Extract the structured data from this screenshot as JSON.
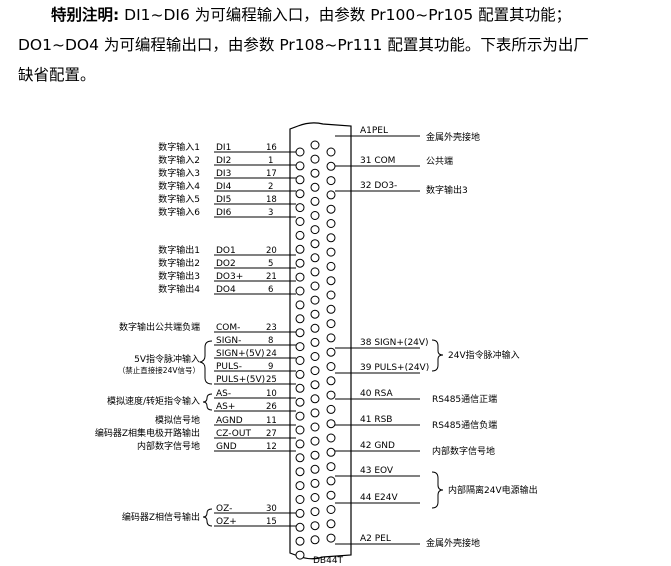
{
  "note": {
    "lead": "特别注明:",
    "line1": " DI1~DI6 为可编程输入口，由参数 Pr100~Pr105 配置其功能；",
    "line2": "DO1~DO4 为可编程输出口，由参数 Pr108~Pr111 配置其功能。下表所示为出厂",
    "line3": "缺省配置。"
  },
  "connector": {
    "name": "DB44T",
    "left_pins": [
      {
        "desc": "数字输入1",
        "sig": "DI1",
        "num": "16"
      },
      {
        "desc": "数字输入2",
        "sig": "DI2",
        "num": "1"
      },
      {
        "desc": "数字输入3",
        "sig": "DI3",
        "num": "17"
      },
      {
        "desc": "数字输入4",
        "sig": "DI4",
        "num": "2"
      },
      {
        "desc": "数字输入5",
        "sig": "DI5",
        "num": "18"
      },
      {
        "desc": "数字输入6",
        "sig": "DI6",
        "num": "3"
      },
      {
        "desc": "数字输出1",
        "sig": "DO1",
        "num": "20"
      },
      {
        "desc": "数字输出2",
        "sig": "DO2",
        "num": "5"
      },
      {
        "desc": "数字输出3",
        "sig": "DO3+",
        "num": "21"
      },
      {
        "desc": "数字输出4",
        "sig": "DO4",
        "num": "6"
      },
      {
        "desc": "数字输出公共端负端",
        "sig": "COM-",
        "num": "23"
      },
      {
        "desc": "",
        "sig": "SIGN-",
        "num": "8"
      },
      {
        "desc": "",
        "sig": "SIGN+(5V)",
        "num": "24"
      },
      {
        "desc": "",
        "sig": "PULS-",
        "num": "9"
      },
      {
        "desc": "",
        "sig": "PULS+(5V)",
        "num": "25"
      },
      {
        "desc": "",
        "sig": "AS-",
        "num": "10"
      },
      {
        "desc": "",
        "sig": "AS+",
        "num": "26"
      },
      {
        "desc": "模拟信号地",
        "sig": "AGND",
        "num": "11"
      },
      {
        "desc": "编码器Z相集电极开路输出",
        "sig": "CZ-OUT",
        "num": "27"
      },
      {
        "desc": "内部数字信号地",
        "sig": "GND",
        "num": "12"
      },
      {
        "desc": "",
        "sig": "OZ-",
        "num": "30"
      },
      {
        "desc": "",
        "sig": "OZ+",
        "num": "15"
      }
    ],
    "right_pins": [
      {
        "sig": "A1PEL",
        "desc": "金属外壳接地"
      },
      {
        "sig": "31 COM",
        "desc": "公共端"
      },
      {
        "sig": "32 DO3-",
        "desc": "数字输出3"
      },
      {
        "sig": "38  SIGN+(24V)",
        "desc": ""
      },
      {
        "sig": "39  PULS+(24V)",
        "desc": ""
      },
      {
        "sig": "40  RSA",
        "desc": "RS485通信正端"
      },
      {
        "sig": "41  RSB",
        "desc": "RS485通信负端"
      },
      {
        "sig": "42  GND",
        "desc": "内部数字信号地"
      },
      {
        "sig": "43  EOV",
        "desc": ""
      },
      {
        "sig": "44  E24V",
        "desc": ""
      },
      {
        "sig": "A2 PEL",
        "desc": "金属外壳接地"
      }
    ],
    "groups": {
      "pulse5v": "5V指令脉冲输入",
      "pulse5v_sub": "（禁止直接接24V信号）",
      "analog": "模拟速度/转矩指令输入",
      "encoder_z": "编码器Z相信号输出",
      "pulse24v": "24V指令脉冲输入",
      "power24v": "内部隔离24V电源输出"
    }
  }
}
